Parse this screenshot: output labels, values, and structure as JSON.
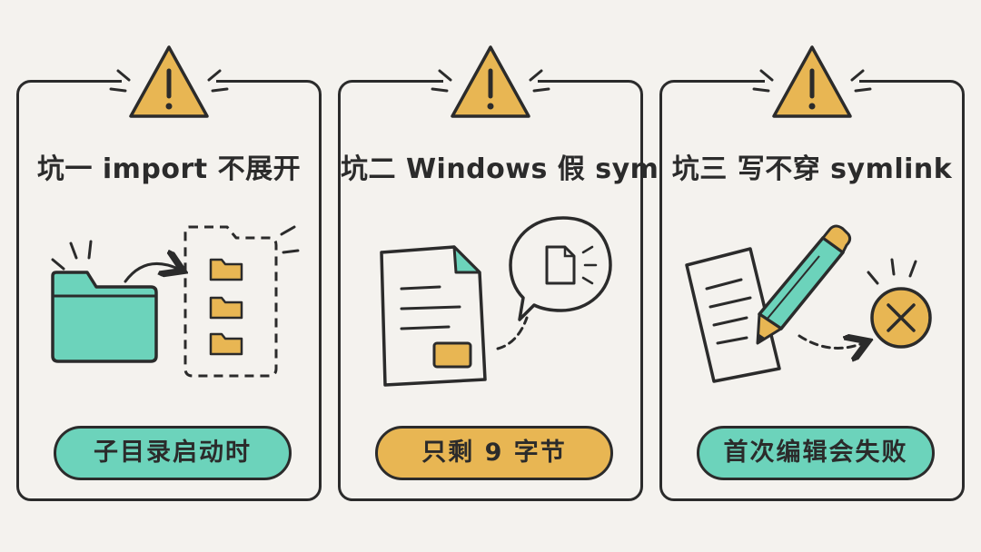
{
  "colors": {
    "background": "#f4f2ee",
    "ink": "#2b2b2b",
    "warning": "#e8b653",
    "teal": "#6cd3bb",
    "orange": "#e8b653"
  },
  "cards": [
    {
      "title": "坑一 import 不展开",
      "pill": "子目录启动时",
      "pill_color": "#6cd3bb",
      "icons": [
        "warning-icon",
        "folder-icon",
        "stacked-folders-icon",
        "arrow-icon"
      ]
    },
    {
      "title": "坑二 Windows 假 symlink",
      "pill": "只剩 9 字节",
      "pill_color": "#e8b653",
      "icons": [
        "warning-icon",
        "document-icon",
        "speech-bubble-icon",
        "small-file-icon"
      ]
    },
    {
      "title": "坑三 写不穿 symlink",
      "pill": "首次编辑会失败",
      "pill_color": "#6cd3bb",
      "icons": [
        "warning-icon",
        "document-icon",
        "pencil-icon",
        "fail-x-icon"
      ]
    }
  ]
}
